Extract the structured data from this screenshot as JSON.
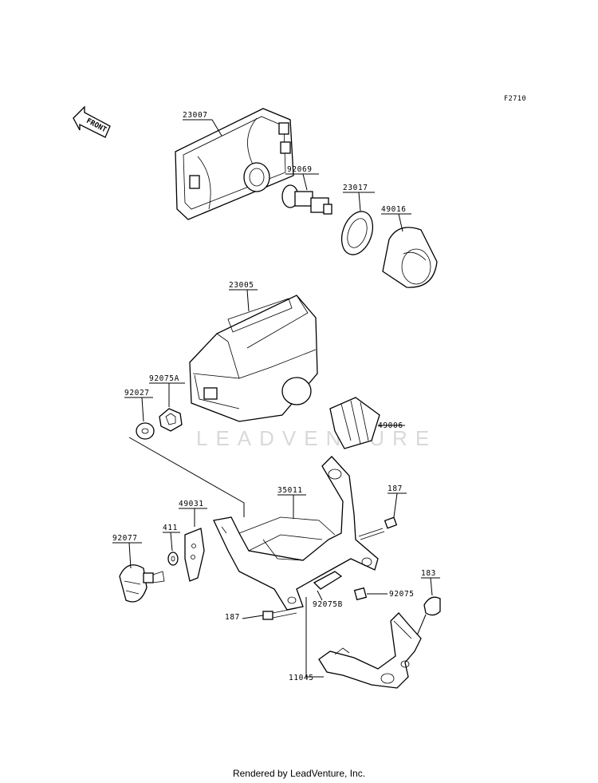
{
  "diagram_code": "F2710",
  "front_label": "FRONT",
  "watermark": "LEADVENTURE",
  "footer": "Rendered by LeadVenture, Inc.",
  "parts": {
    "p23007": "23007",
    "p92069": "92069",
    "p23017": "23017",
    "p49016": "49016",
    "p23005": "23005",
    "p92075A": "92075A",
    "p92027": "92027",
    "p49006": "49006",
    "p35011": "35011",
    "p187a": "187",
    "p49031": "49031",
    "p411": "411",
    "p92077": "92077",
    "p183": "183",
    "p92075B": "92075B",
    "p92075": "92075",
    "p187b": "187",
    "p11045": "11045"
  }
}
